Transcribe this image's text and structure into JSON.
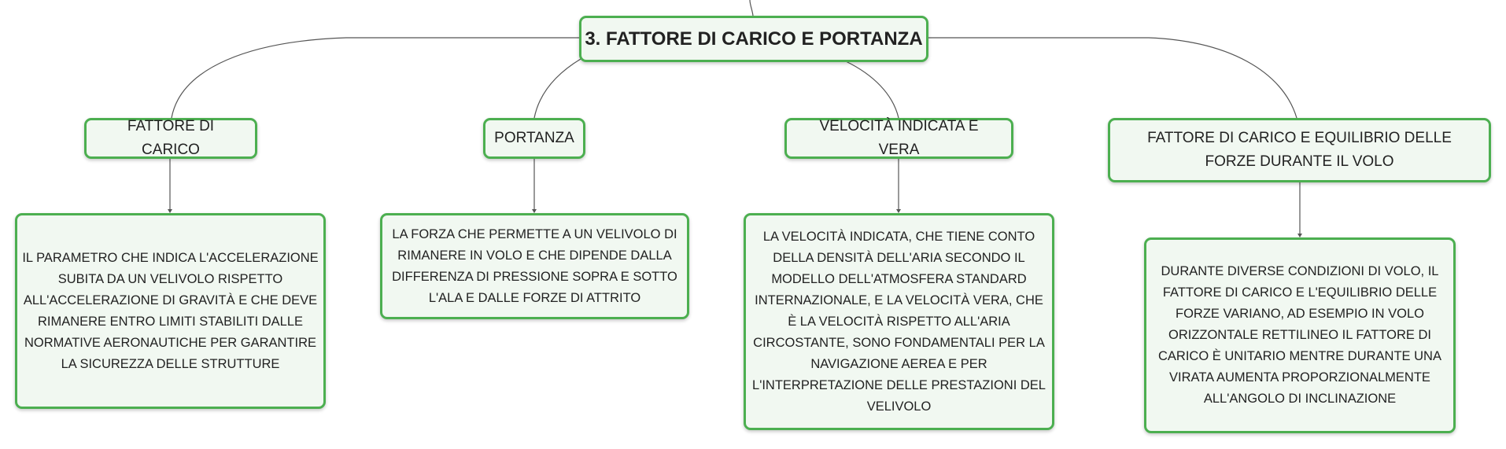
{
  "root": {
    "title": "3. FATTORE DI CARICO E PORTANZA"
  },
  "branches": [
    {
      "label": "FATTORE DI CARICO",
      "description": "IL PARAMETRO CHE INDICA L'ACCELERAZIONE SUBITA DA UN VELIVOLO RISPETTO ALL'ACCELERAZIONE DI GRAVITÀ E CHE DEVE RIMANERE ENTRO LIMITI STABILITI DALLE NORMATIVE AERONAUTICHE PER GARANTIRE LA SICUREZZA DELLE STRUTTURE"
    },
    {
      "label": "PORTANZA",
      "description": "LA FORZA CHE PERMETTE A UN VELIVOLO DI RIMANERE IN VOLO E CHE DIPENDE DALLA DIFFERENZA DI PRESSIONE SOPRA E SOTTO L'ALA E DALLE FORZE DI ATTRITO"
    },
    {
      "label": "VELOCITÀ INDICATA E VERA",
      "description": "LA VELOCITÀ INDICATA, CHE TIENE CONTO DELLA DENSITÀ DELL'ARIA SECONDO IL MODELLO DELL'ATMOSFERA STANDARD INTERNAZIONALE, E LA VELOCITÀ VERA, CHE È LA VELOCITÀ RISPETTO ALL'ARIA CIRCOSTANTE, SONO FONDAMENTALI PER LA NAVIGAZIONE AEREA E PER L'INTERPRETAZIONE DELLE PRESTAZIONI DEL VELIVOLO"
    },
    {
      "label": "FATTORE DI CARICO E EQUILIBRIO DELLE FORZE DURANTE IL VOLO",
      "description": "DURANTE DIVERSE CONDIZIONI DI VOLO, IL FATTORE DI CARICO E L'EQUILIBRIO DELLE FORZE VARIANO, AD ESEMPIO IN VOLO ORIZZONTALE RETTILINEO IL FATTORE DI CARICO È UNITARIO MENTRE DURANTE UNA VIRATA AUMENTA PROPORZIONALMENTE ALL'ANGOLO DI INCLINAZIONE"
    }
  ],
  "colors": {
    "node_border": "#4caf50",
    "node_fill": "#f1f8f1",
    "connector": "#555555",
    "text": "#222222"
  }
}
